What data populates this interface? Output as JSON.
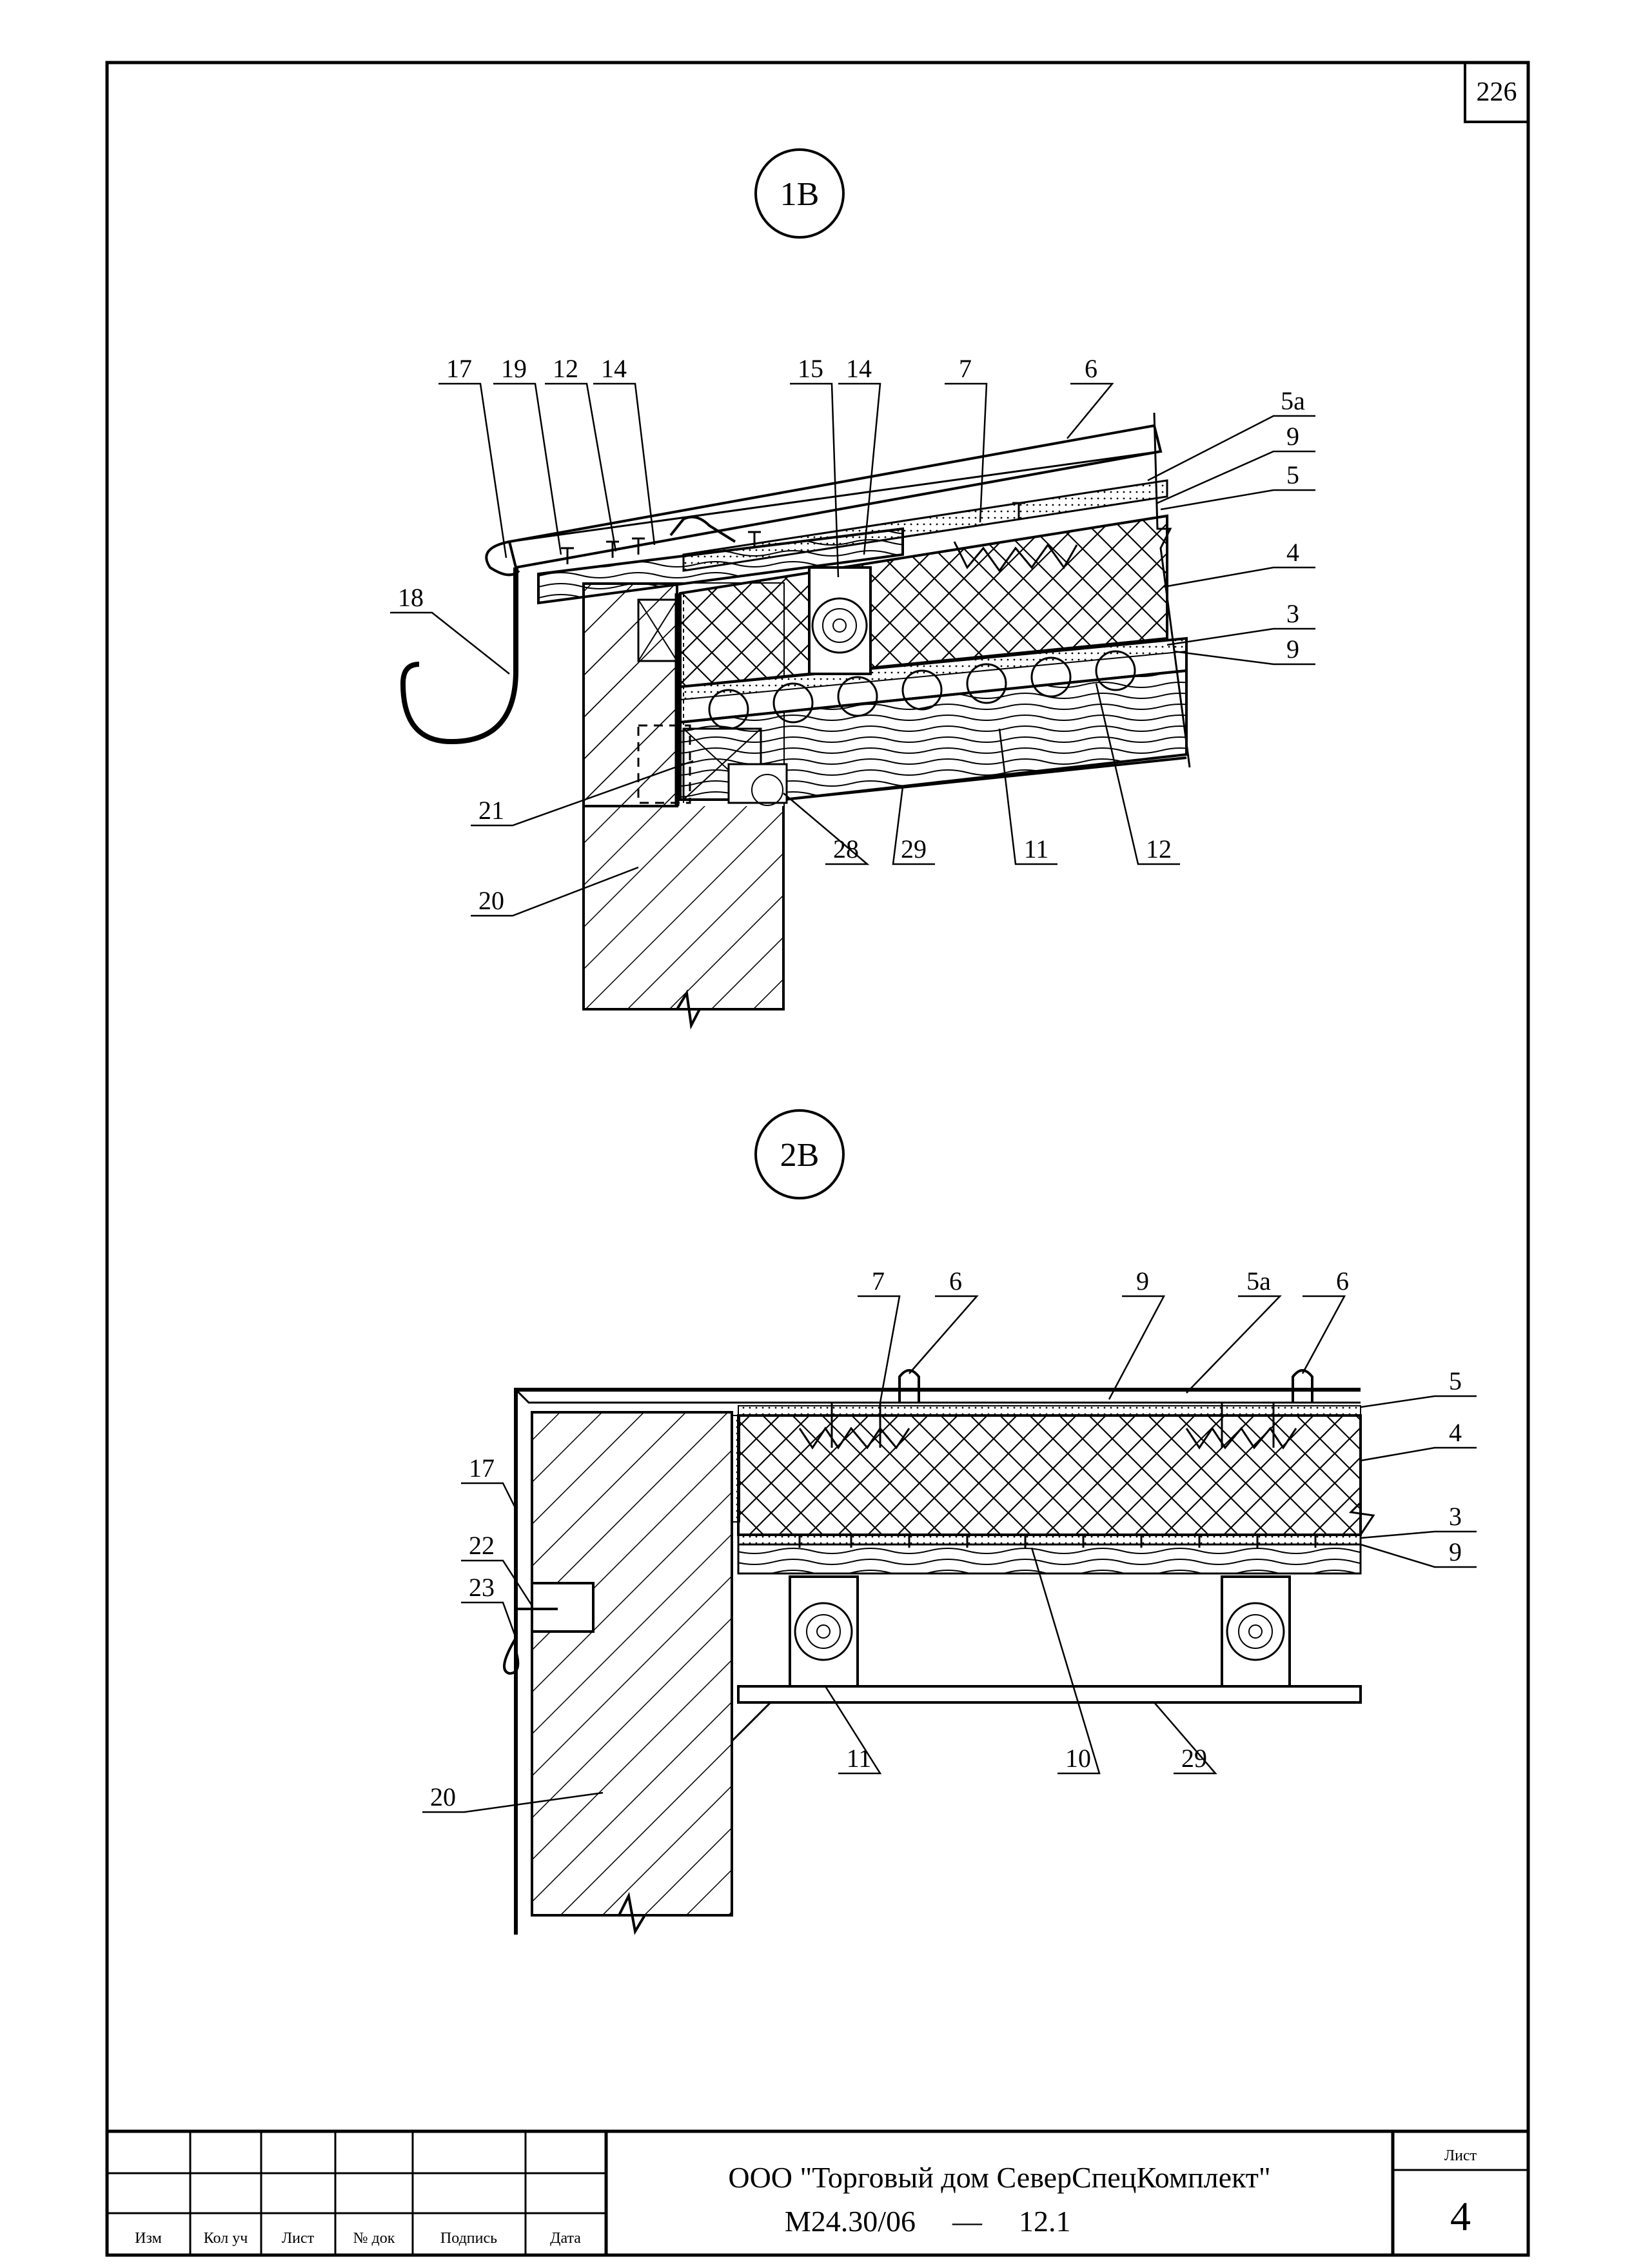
{
  "sheet_number_top": "226",
  "details": [
    {
      "id": "1B",
      "title": "1В",
      "labels": [
        "17",
        "19",
        "12",
        "14",
        "15",
        "14",
        "7",
        "6",
        "5а",
        "9",
        "5",
        "4",
        "3",
        "9",
        "18",
        "21",
        "20",
        "28",
        "29",
        "11",
        "12"
      ]
    },
    {
      "id": "2B",
      "title": "2В",
      "labels": [
        "7",
        "6",
        "9",
        "5а",
        "6",
        "5",
        "4",
        "3",
        "9",
        "17",
        "22",
        "23",
        "20",
        "11",
        "10",
        "29"
      ]
    }
  ],
  "title_block": {
    "columns": [
      "Изм",
      "Кол уч",
      "Лист",
      "№ док",
      "Подпись",
      "Дата"
    ],
    "organization": "ООО \"Торговый дом СеверСпецКомплект\"",
    "document_code": "М24.30/06",
    "dash": "—",
    "document_sub": "12.1",
    "sheet_label": "Лист",
    "sheet_value": "4"
  }
}
